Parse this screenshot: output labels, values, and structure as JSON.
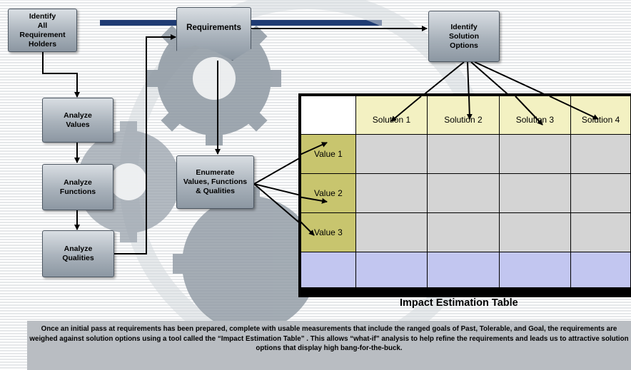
{
  "colors": {
    "box_fill": "#a9b2bb",
    "header_row": "#f3f1c2",
    "value_column": "#c8c56e",
    "body_cells": "#d4d4d4",
    "bottom_row": "#c2c6f0",
    "accent_bar": "#1f3b73"
  },
  "process": {
    "identify_holders": "Identify\nAll\nRequirement Holders",
    "requirements": "Requirements",
    "identify_solutions": "Identify\nSolution\nOptions",
    "analyze_values": "Analyze\nValues",
    "analyze_functions": "Analyze\nFunctions",
    "analyze_qualities": "Analyze\nQualities",
    "enumerate": "Enumerate\nValues, Functions\n& Qualities"
  },
  "table": {
    "solutions": [
      "Solution 1",
      "Solution 2",
      "Solution 3",
      "Solution 4"
    ],
    "values": [
      "Value 1",
      "Value 2",
      "Value 3"
    ],
    "caption": "Impact Estimation Table"
  },
  "note": "Once an initial pass at requirements has been prepared, complete with usable measurements that include the ranged goals of Past, Tolerable, and Goal, the requirements are weighed against solution options using a tool called the “Impact Estimation Table” .  This allows “what-if” analysis to help refine the requirements and leads us to attractive solution options that display high bang-for-the-buck."
}
